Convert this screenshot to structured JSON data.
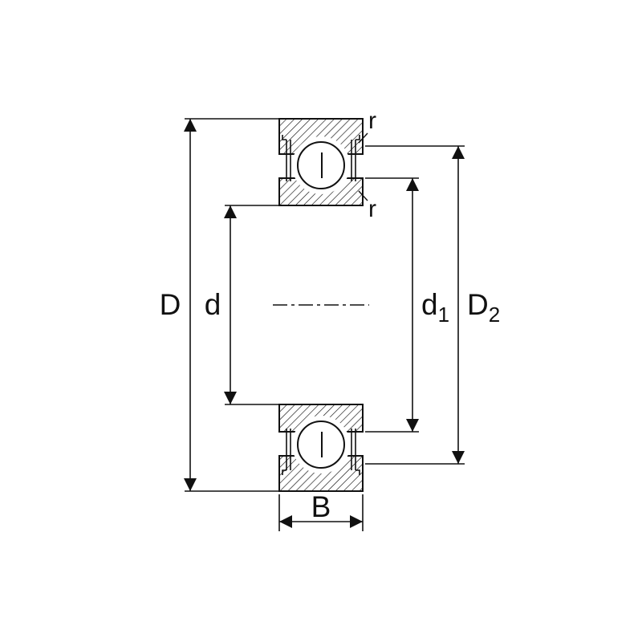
{
  "diagram": {
    "type": "bearing-cross-section",
    "background": "#ffffff",
    "line_color": "#111111",
    "labels": {
      "outer_diameter": "D",
      "bore_diameter": "d",
      "d1_base": "d",
      "d1_sub": "1",
      "d2_base": "D",
      "d2_sub": "2",
      "width": "B",
      "r_outer": "r",
      "r_inner": "r"
    }
  }
}
